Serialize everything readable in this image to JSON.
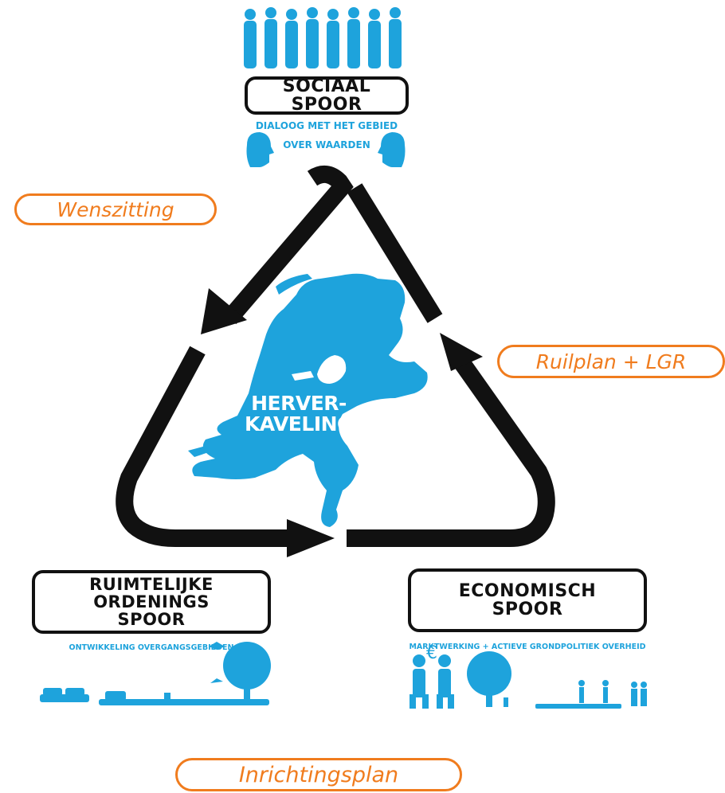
{
  "social": {
    "title": "SOCIAAL SPOOR",
    "caption_line1": "DIALOOG MET HET GEBIED",
    "caption_line2": "OVER WAARDEN"
  },
  "spatial": {
    "title_line1": "RUIMTELIJKE ORDENINGS",
    "title_line2": "SPOOR",
    "caption": "ONTWIKKELING OVERGANGSGEBIEDEN"
  },
  "economic": {
    "title_line1": "ECONOMISCH",
    "title_line2": "SPOOR",
    "caption": "MARKTWERKING + ACTIEVE GRONDPOLITIEK OVERHEID",
    "euro_symbol": "€"
  },
  "center": {
    "line1": "HERVER-",
    "line2": "KAVELING"
  },
  "stages": {
    "wish": "Wenszitting",
    "exchange": "Ruilplan + LGR",
    "design": "Inrichtingsplan"
  },
  "colors": {
    "accent_blue": "#1ea3dc",
    "accent_orange": "#f07c1e",
    "ink": "#111111"
  }
}
